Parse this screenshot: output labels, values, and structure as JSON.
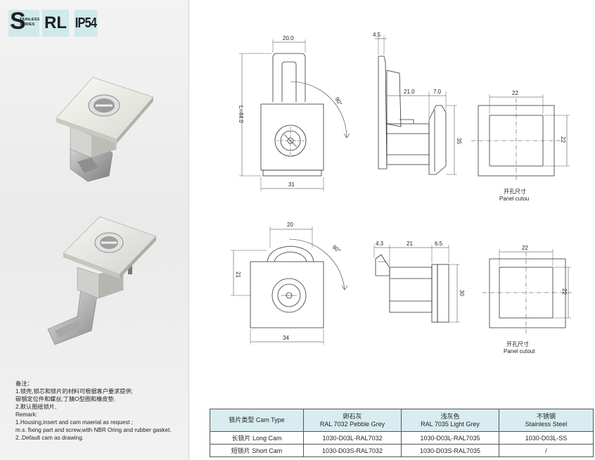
{
  "badges": {
    "s_letter": "S",
    "s_line1": "TAINLESS",
    "s_line2": "SERIES",
    "rl": "RL",
    "ip": "IP54"
  },
  "remarks": {
    "title": "备注：",
    "lines": [
      "1.锁壳,锁芯和锁片的材料可根据客户要求提供;",
      "碳钢定位件和螺丝;丁腈O型圈和橡皮垫.",
      "2.默认图纸锁片,",
      "Remark:",
      "1.Housing,insert and cam maerial as request ;",
      "m.s. fixing part and screw,with NBR Oring and rubber gasket.",
      "2..Default cam as drawing."
    ]
  },
  "dims_top": {
    "width_top": "20.0",
    "length": "L=44.0",
    "angle": "90°",
    "width_bottom": "31",
    "side_top": "4.5",
    "side_a": "21.0",
    "side_b": "7.0",
    "side_height": "35",
    "cutout_w": "22",
    "cutout_h": "22",
    "cutout_cn": "开孔尺寸",
    "cutout_en": "Panel cutou"
  },
  "dims_bottom": {
    "width_top": "20",
    "angle": "90°",
    "height_left": "21",
    "width_bottom": "34",
    "side_a": "4.3",
    "side_b": "21",
    "side_c": "6.5",
    "side_height": "30",
    "cutout_w": "22",
    "cutout_h": "22",
    "cutout_cn": "开孔尺寸",
    "cutout_en": "Panel cutout"
  },
  "table": {
    "headers": [
      {
        "line1": "锁片类型 Cam Type",
        "line2": ""
      },
      {
        "line1": "卵石灰",
        "line2": "RAL 7032 Pebble Grey"
      },
      {
        "line1": "浅灰色",
        "line2": "RAL 7035 Light Grey"
      },
      {
        "line1": "不锈钢",
        "line2": "Stainless Steel"
      }
    ],
    "rows": [
      [
        "长锁片 Long Cam",
        "1030-D03L-RAL7032",
        "1030-D03L-RAL7035",
        "1030-D03L-SS"
      ],
      [
        "短锁片 Short Cam",
        "1030-D03S-RAL7032",
        "1030-D03S-RAL7035",
        "/"
      ]
    ]
  },
  "colors": {
    "badge_bg": "#cfe9ed",
    "table_header_bg": "#d9ecf0",
    "left_panel_bg": "#eeeeee"
  }
}
